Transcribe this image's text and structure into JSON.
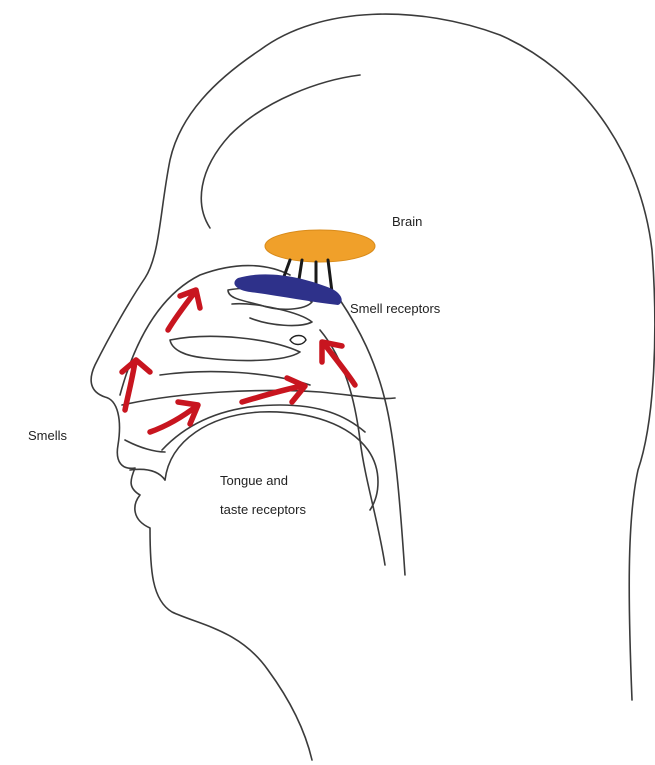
{
  "labels": {
    "brain": "Brain",
    "smell_receptors": "Smell receptors",
    "smells": "Smells",
    "tongue_line1": "Tongue and",
    "tongue_line2": "taste receptors"
  },
  "colors": {
    "brain": "#f0a02a",
    "receptor_pad": "#2e318a",
    "arrows": "#c8151f",
    "outline": "#3b3b3b"
  }
}
